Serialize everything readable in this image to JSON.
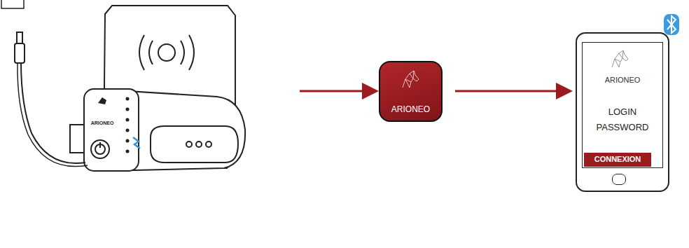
{
  "diagram": {
    "nodes": [
      {
        "text": [
          "ARIONEO"
        ]
      },
      {
        "text": [
          "ARIONEO"
        ]
      },
      {
        "text": [
          "ARIONEO",
          "LOGIN",
          "PASSWORD"
        ]
      },
      {
        "text": [
          "CONNEXION"
        ],
        "in": 2
      }
    ],
    "edges": [
      {
        "from": 0,
        "to": 1,
        "arrow": "to"
      },
      {
        "from": 1,
        "to": 2,
        "arrow": "to"
      }
    ]
  }
}
